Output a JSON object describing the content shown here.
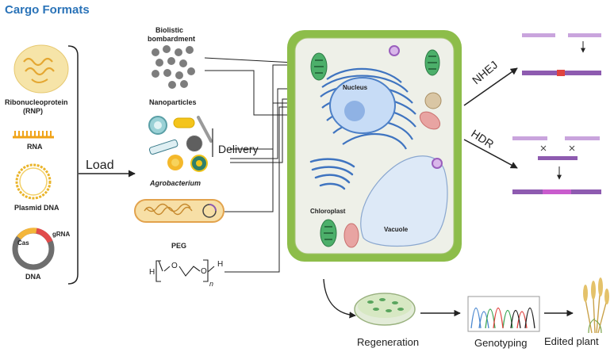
{
  "title": "Cargo Formats",
  "cargo": {
    "rnp": "Ribonucleoprotein",
    "rnp_abbr": "(RNP)",
    "rna": "RNA",
    "plasmid": "Plasmid DNA",
    "cas": "Cas",
    "grna": "gRNA",
    "dna": "DNA"
  },
  "steps": {
    "load": "Load",
    "delivery": "Delivery"
  },
  "methods": {
    "biolistic_1": "Biolistic",
    "biolistic_2": "bombardment",
    "nanoparticles": "Nanoparticles",
    "agrobacterium": "Agrobacterium",
    "peg": "PEG"
  },
  "peg_formula": {
    "h_left": "H",
    "o1": "O",
    "o2": "O",
    "h_right": "H",
    "n": "n"
  },
  "cell": {
    "nucleus": "Nucleus",
    "chloroplast": "Chloroplast",
    "vacuole": "Vacuole"
  },
  "repair": {
    "nhej": "NHEJ",
    "hdr": "HDR"
  },
  "pipeline": {
    "regeneration": "Regeneration",
    "genotyping": "Genotyping",
    "edited_plant": "Edited plant"
  },
  "colors": {
    "title": "#2a73b8",
    "cell_wall": "#8dbd4a",
    "cytoplasm": "#eceee6",
    "nucleus": "#c7dcf6",
    "er": "#3f74c0",
    "chloroplast": "#4caf6a",
    "mitochondria": "#e8a4a2",
    "vacuole": "#dde9f7",
    "dna_purple": "#8e5bb0",
    "edit_red": "#e0433f",
    "rnp_yellow": "#f3d77a",
    "rna_orange": "#f0a318"
  }
}
